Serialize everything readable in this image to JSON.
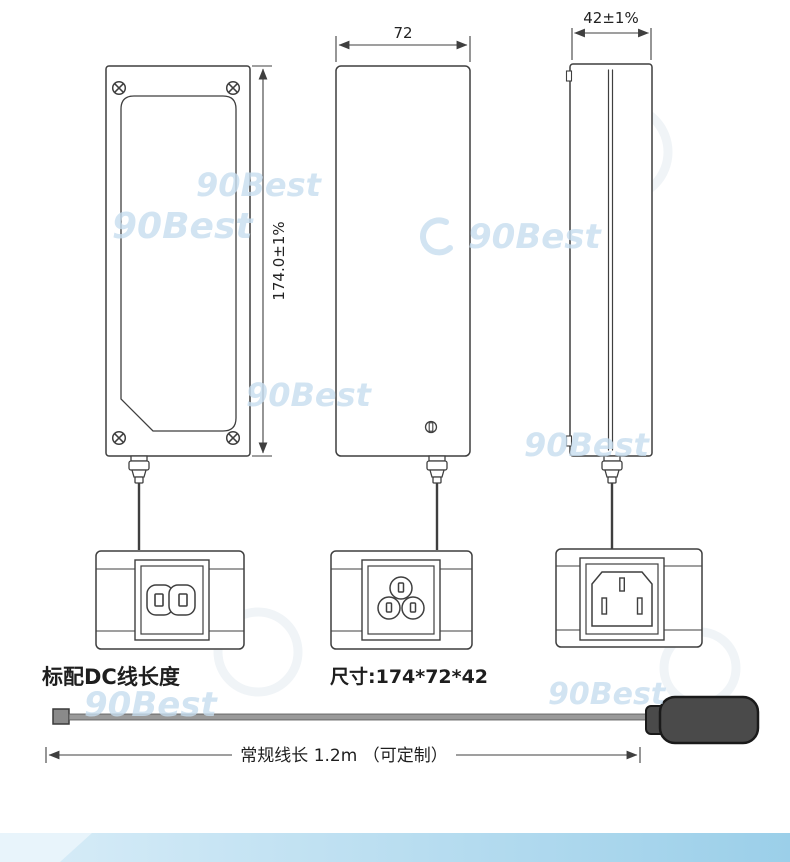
{
  "dims": {
    "height": "174.0±1%",
    "width": "72",
    "depth": "42±1%"
  },
  "labels": {
    "dc_title": "标配DC线长度",
    "size": "尺寸:174*72*42",
    "cable_length": "常规线长 1.2m （可定制）"
  },
  "watermark": {
    "brand": "90Best"
  },
  "colors": {
    "line": "#3f3f3f",
    "watermark": "#c8def0",
    "plug": "#4a4a4a",
    "bar_start": "#d9edf8",
    "bar_end": "#9bcfe9"
  }
}
